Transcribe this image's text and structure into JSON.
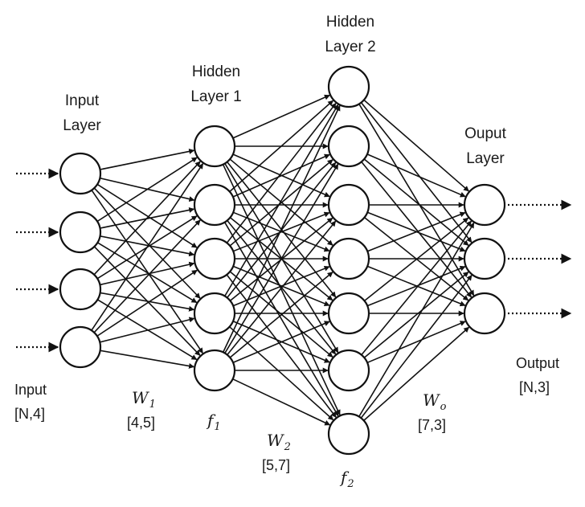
{
  "layers": {
    "input": {
      "title_line1": "Input",
      "title_line2": "Layer",
      "nodes": 4
    },
    "hidden1": {
      "title_line1": "Hidden",
      "title_line2": "Layer 1",
      "nodes": 5
    },
    "hidden2": {
      "title_line1": "Hidden",
      "title_line2": "Layer 2",
      "nodes": 7
    },
    "output": {
      "title_line1": "Ouput",
      "title_line2": "Layer",
      "nodes": 3
    }
  },
  "io": {
    "input_label": "Input",
    "input_shape": "[N,4]",
    "output_label": "Output",
    "output_shape": "[N,3]"
  },
  "weights": {
    "w1_symbol": "W",
    "w1_sub": "1",
    "w1_shape": "[4,5]",
    "w2_symbol": "W",
    "w2_sub": "2",
    "w2_shape": "[5,7]",
    "wo_symbol": "W",
    "wo_sub": "o",
    "wo_shape": "[7,3]"
  },
  "activations": {
    "f1_symbol": "f",
    "f1_sub": "1",
    "f2_symbol": "f",
    "f2_sub": "2"
  }
}
